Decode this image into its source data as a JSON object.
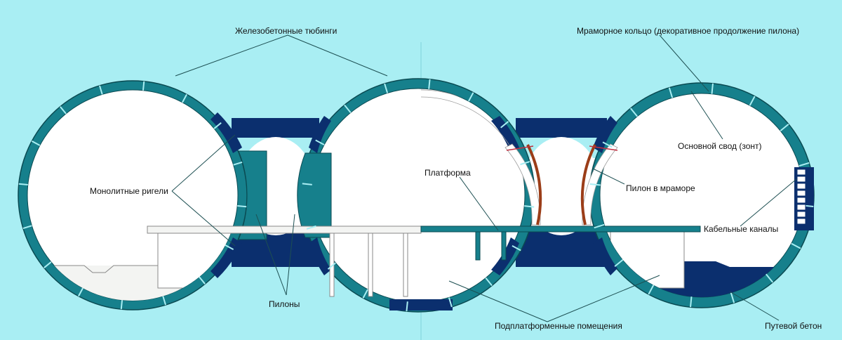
{
  "colors": {
    "background": "#a9eef3",
    "tubing": "#16808c",
    "tubing_dark": "#0d6470",
    "concrete": "#0b2f6e",
    "interior": "#ffffff",
    "platform_old": "#f3f4f2",
    "marble": "#9b3d18",
    "leader": "#1d4f52"
  },
  "labels": {
    "tubings": "Железобетонные тюбинги",
    "marble_ring": "Мраморное кольцо (декоративное продолжение пилона)",
    "monolithic_beams": "Монолитные ригели",
    "platform": "Платформа",
    "main_vault": "Основной свод (зонт)",
    "pylon_marble": "Пилон в мраморе",
    "cable_channels": "Кабельные каналы",
    "pylons": "Пилоны",
    "under_platform": "Подплатформенные помещения",
    "track_concrete": "Путевой бетон"
  }
}
